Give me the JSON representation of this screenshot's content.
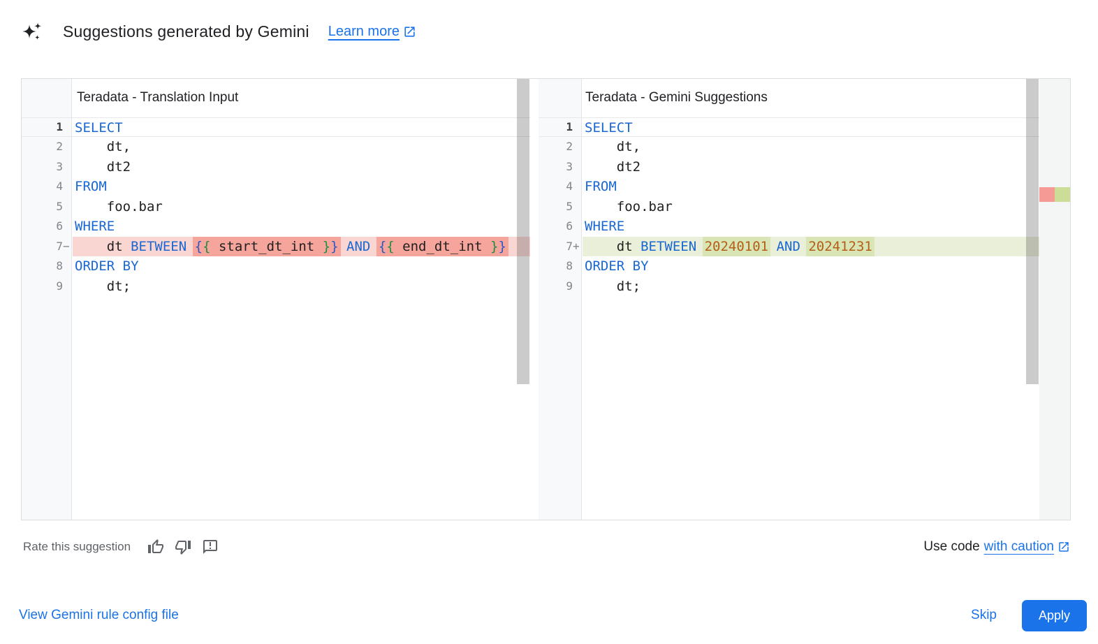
{
  "header": {
    "title": "Suggestions generated by Gemini",
    "learn_more": "Learn more"
  },
  "icons": {
    "header_icon": "gemini-spark",
    "learn_more_icon": "open-in-new",
    "rate_icons": [
      "thumb-up",
      "thumb-down",
      "feedback-exclamation"
    ],
    "caution_icon": "open-in-new"
  },
  "editor": {
    "panes": [
      {
        "title": "Teradata - Translation Input",
        "lines": [
          {
            "num": "1",
            "current": true,
            "tokens": [
              {
                "t": "SELECT",
                "c": "kw"
              }
            ]
          },
          {
            "num": "2",
            "tokens": [
              {
                "t": "    dt,",
                "c": "id"
              }
            ]
          },
          {
            "num": "3",
            "tokens": [
              {
                "t": "    dt2",
                "c": "id"
              }
            ]
          },
          {
            "num": "4",
            "tokens": [
              {
                "t": "FROM",
                "c": "kw"
              }
            ]
          },
          {
            "num": "5",
            "tokens": [
              {
                "t": "    foo.bar",
                "c": "id"
              }
            ]
          },
          {
            "num": "6",
            "tokens": [
              {
                "t": "WHERE",
                "c": "kw"
              }
            ]
          },
          {
            "num": "7",
            "sign": "−",
            "diff": "removed",
            "tokens": [
              {
                "t": "    dt ",
                "c": "id"
              },
              {
                "t": "BETWEEN",
                "c": "kw"
              },
              {
                "t": " ",
                "c": "id"
              },
              {
                "seg": [
                  {
                    "t": "{",
                    "c": "brb"
                  },
                  {
                    "t": "{",
                    "c": "brg"
                  },
                  {
                    "t": " start_dt_int ",
                    "c": "id"
                  },
                  {
                    "t": "}",
                    "c": "brg"
                  },
                  {
                    "t": "}",
                    "c": "brb"
                  }
                ]
              },
              {
                "t": " ",
                "c": "id"
              },
              {
                "t": "AND",
                "c": "kw"
              },
              {
                "t": " ",
                "c": "id"
              },
              {
                "seg": [
                  {
                    "t": "{",
                    "c": "brb"
                  },
                  {
                    "t": "{",
                    "c": "brg"
                  },
                  {
                    "t": " end_dt_int ",
                    "c": "id"
                  },
                  {
                    "t": "}",
                    "c": "brg"
                  },
                  {
                    "t": "}",
                    "c": "brb"
                  }
                ]
              }
            ]
          },
          {
            "num": "8",
            "tokens": [
              {
                "t": "ORDER BY",
                "c": "kw"
              }
            ]
          },
          {
            "num": "9",
            "tokens": [
              {
                "t": "    dt;",
                "c": "id"
              }
            ]
          }
        ]
      },
      {
        "title": "Teradata - Gemini Suggestions",
        "lines": [
          {
            "num": "1",
            "current": true,
            "tokens": [
              {
                "t": "SELECT",
                "c": "kw"
              }
            ]
          },
          {
            "num": "2",
            "tokens": [
              {
                "t": "    dt,",
                "c": "id"
              }
            ]
          },
          {
            "num": "3",
            "tokens": [
              {
                "t": "    dt2",
                "c": "id"
              }
            ]
          },
          {
            "num": "4",
            "tokens": [
              {
                "t": "FROM",
                "c": "kw"
              }
            ]
          },
          {
            "num": "5",
            "tokens": [
              {
                "t": "    foo.bar",
                "c": "id"
              }
            ]
          },
          {
            "num": "6",
            "tokens": [
              {
                "t": "WHERE",
                "c": "kw"
              }
            ]
          },
          {
            "num": "7",
            "sign": "+",
            "diff": "added",
            "tokens": [
              {
                "t": "    dt ",
                "c": "id"
              },
              {
                "t": "BETWEEN",
                "c": "kw"
              },
              {
                "t": " ",
                "c": "id"
              },
              {
                "seg": [
                  {
                    "t": "20240101",
                    "c": "num"
                  }
                ]
              },
              {
                "t": " ",
                "c": "id"
              },
              {
                "t": "AND",
                "c": "kw"
              },
              {
                "t": " ",
                "c": "id"
              },
              {
                "seg": [
                  {
                    "t": "20241231",
                    "c": "num"
                  }
                ]
              }
            ]
          },
          {
            "num": "8",
            "tokens": [
              {
                "t": "ORDER BY",
                "c": "kw"
              }
            ]
          },
          {
            "num": "9",
            "tokens": [
              {
                "t": "    dt;",
                "c": "id"
              }
            ]
          }
        ]
      }
    ]
  },
  "footer": {
    "rate_label": "Rate this suggestion",
    "use_code": "Use code",
    "with_caution": "with caution"
  },
  "actions": {
    "view_config": "View Gemini rule config file",
    "skip": "Skip",
    "apply": "Apply"
  },
  "colors": {
    "accent": "#1a73e8",
    "keyword": "#1967d2",
    "number": "#b45f17",
    "brace_outer": "#2a56c6",
    "brace_inner": "#1e8e3e",
    "removed_line_bg": "#fad6d3",
    "removed_word_bg": "#f5a59c",
    "added_line_bg": "#eaefd9",
    "added_word_bg": "#d9e5b5",
    "ruler_removed": "#f59a95",
    "ruler_added": "#cbdd96"
  }
}
